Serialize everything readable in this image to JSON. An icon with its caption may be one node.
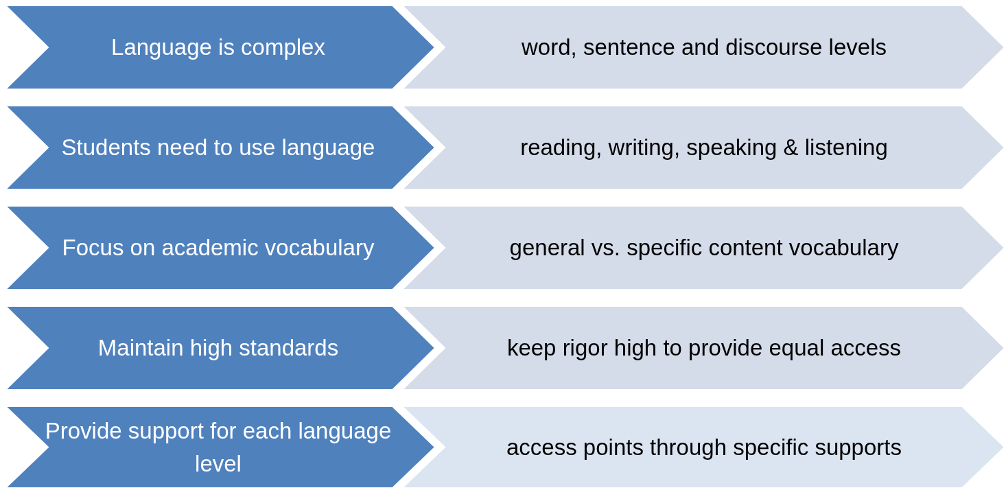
{
  "diagram": {
    "nodes": [
      {
        "text": [
          "Language is complex"
        ]
      },
      {
        "text": [
          "word, sentence and discourse levels"
        ]
      },
      {
        "text": [
          "Students need to use language"
        ]
      },
      {
        "text": [
          "reading, writing, speaking & listening"
        ]
      },
      {
        "text": [
          "Focus on academic vocabulary"
        ]
      },
      {
        "text": [
          "general vs. specific content vocabulary"
        ]
      },
      {
        "text": [
          "Maintain high standards"
        ]
      },
      {
        "text": [
          "keep rigor high to provide equal access"
        ]
      },
      {
        "text": [
          "Provide support for each language level"
        ]
      },
      {
        "text": [
          "access points through specific supports"
        ]
      }
    ]
  }
}
